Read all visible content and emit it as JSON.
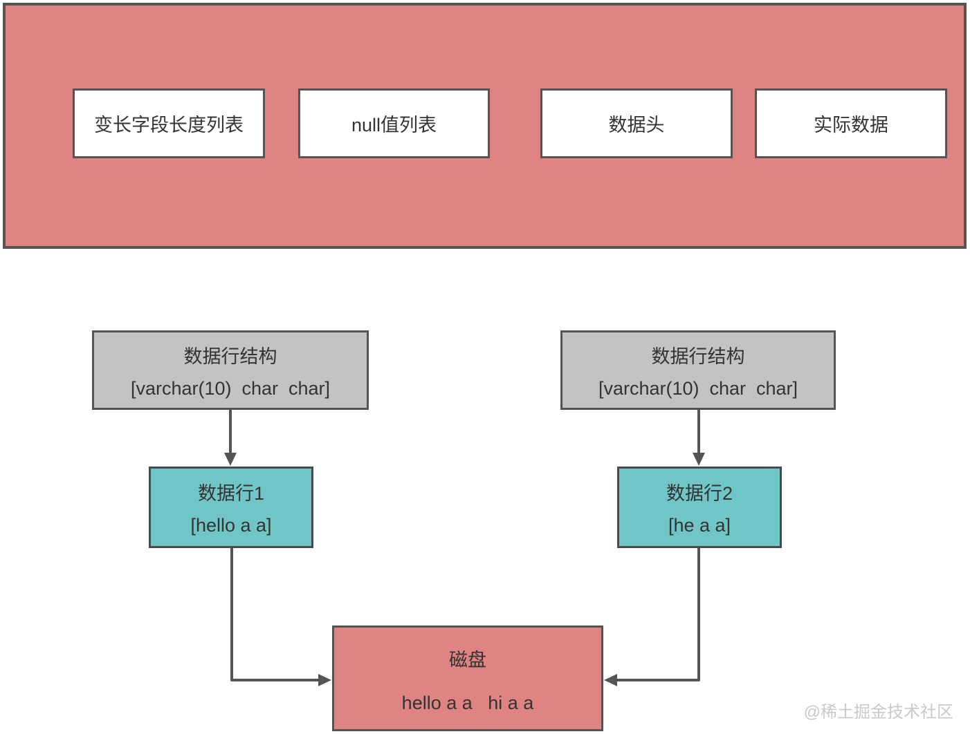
{
  "header": {
    "boxes": [
      {
        "label": "变长字段长度列表"
      },
      {
        "label": "null值列表"
      },
      {
        "label": "数据头"
      },
      {
        "label": "实际数据"
      }
    ]
  },
  "row_structures": [
    {
      "title": "数据行结构",
      "subtitle": "[varchar(10)  char  char]"
    },
    {
      "title": "数据行结构",
      "subtitle": "[varchar(10)  char  char]"
    }
  ],
  "data_rows": [
    {
      "title": "数据行1",
      "subtitle": "[hello a a]"
    },
    {
      "title": "数据行2",
      "subtitle": "[he a a]"
    }
  ],
  "disk": {
    "title": "磁盘",
    "subtitle": "hello a a   hi a a"
  },
  "watermark": "@稀土掘金技术社区",
  "colors": {
    "salmon": "#df8383",
    "teal": "#70c6c6",
    "gray": "#c3c3c3",
    "border": "#545454",
    "text": "#333333",
    "watermark": "#c9c9c9"
  }
}
